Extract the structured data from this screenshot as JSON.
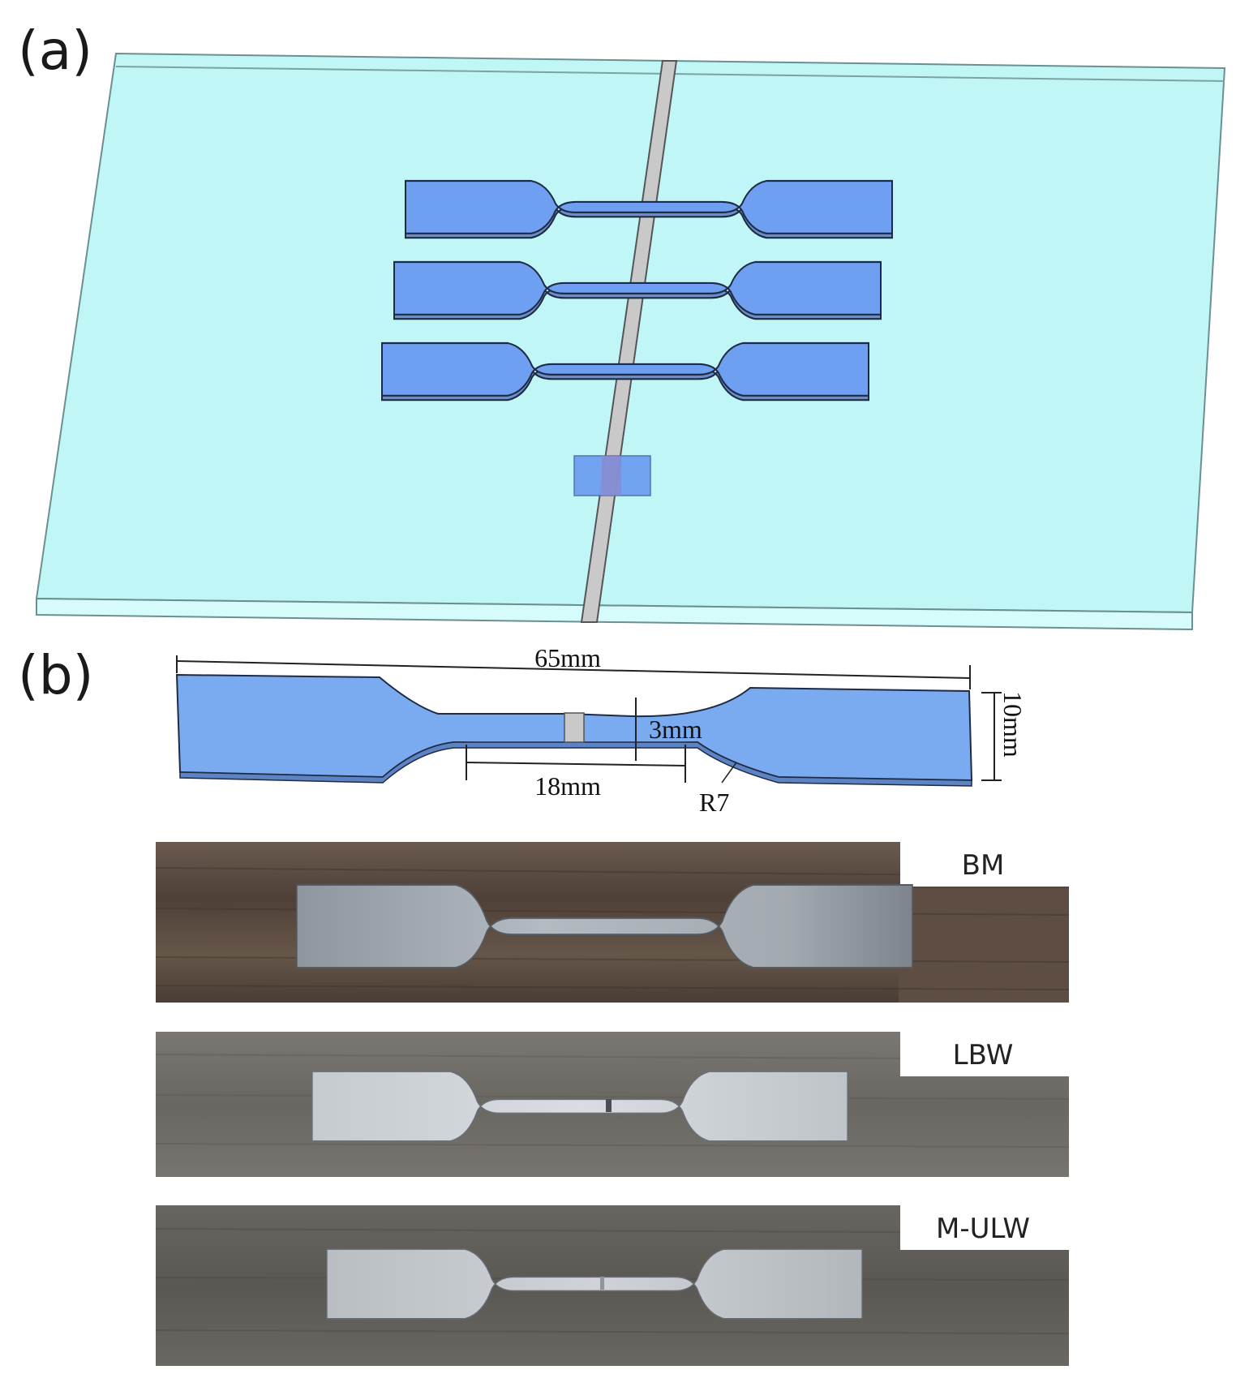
{
  "panels": {
    "a": {
      "label": "(a)"
    },
    "b": {
      "label": "(b)"
    }
  },
  "dimensions": {
    "overall_length": "65mm",
    "gauge_width": "3mm",
    "gauge_length": "18mm",
    "grip_width": "10mm",
    "fillet_radius": "R7"
  },
  "photos": [
    {
      "label": "BM"
    },
    {
      "label": "LBW"
    },
    {
      "label": "M-ULW"
    }
  ],
  "colors": {
    "plate_top": "#c0f6f6",
    "plate_edge": "#d6fbfb",
    "weld_seam": "#c9c9c9",
    "specimen": "#6e9ff0",
    "specimen_b": "#7aaaf0",
    "outline": "#1f2a44",
    "wood_dark": "#5b4b40",
    "wood_gray": "#6f6b66",
    "steel": "#b7bcc2"
  }
}
